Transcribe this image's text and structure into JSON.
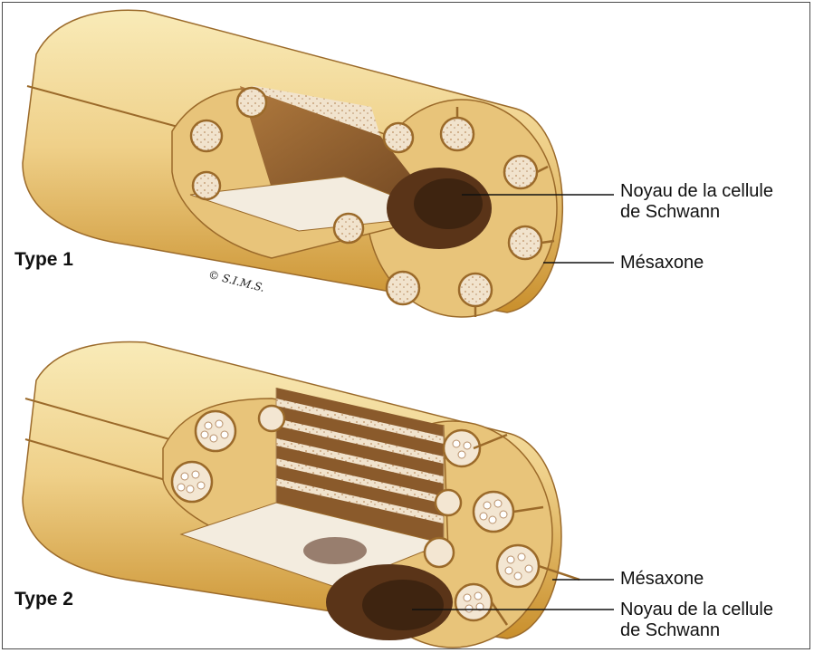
{
  "figure": {
    "type1": {
      "title": "Type 1",
      "nucleus_label_line1": "Noyau de la cellule",
      "nucleus_label_line2": "de Schwann",
      "mesaxon_label": "Mésaxone"
    },
    "type2": {
      "title": "Type 2",
      "mesaxon_label": "Mésaxone",
      "nucleus_label_line1": "Noyau de la cellule",
      "nucleus_label_line2": "de Schwann"
    },
    "copyright": "© S.I.M.S."
  },
  "colors": {
    "cytoplasm": "#e8c47a",
    "cylinder_light": "#f6e3a6",
    "cylinder_mid": "#e2b85c",
    "cylinder_dark": "#c98f2c",
    "axon_fill": "#f3e6d2",
    "axon_ring": "#9b6a2a",
    "nucleus": "#5a3418",
    "cut_face_dark": "#8a5a2b",
    "cut_face_light": "#f3ecdf"
  }
}
